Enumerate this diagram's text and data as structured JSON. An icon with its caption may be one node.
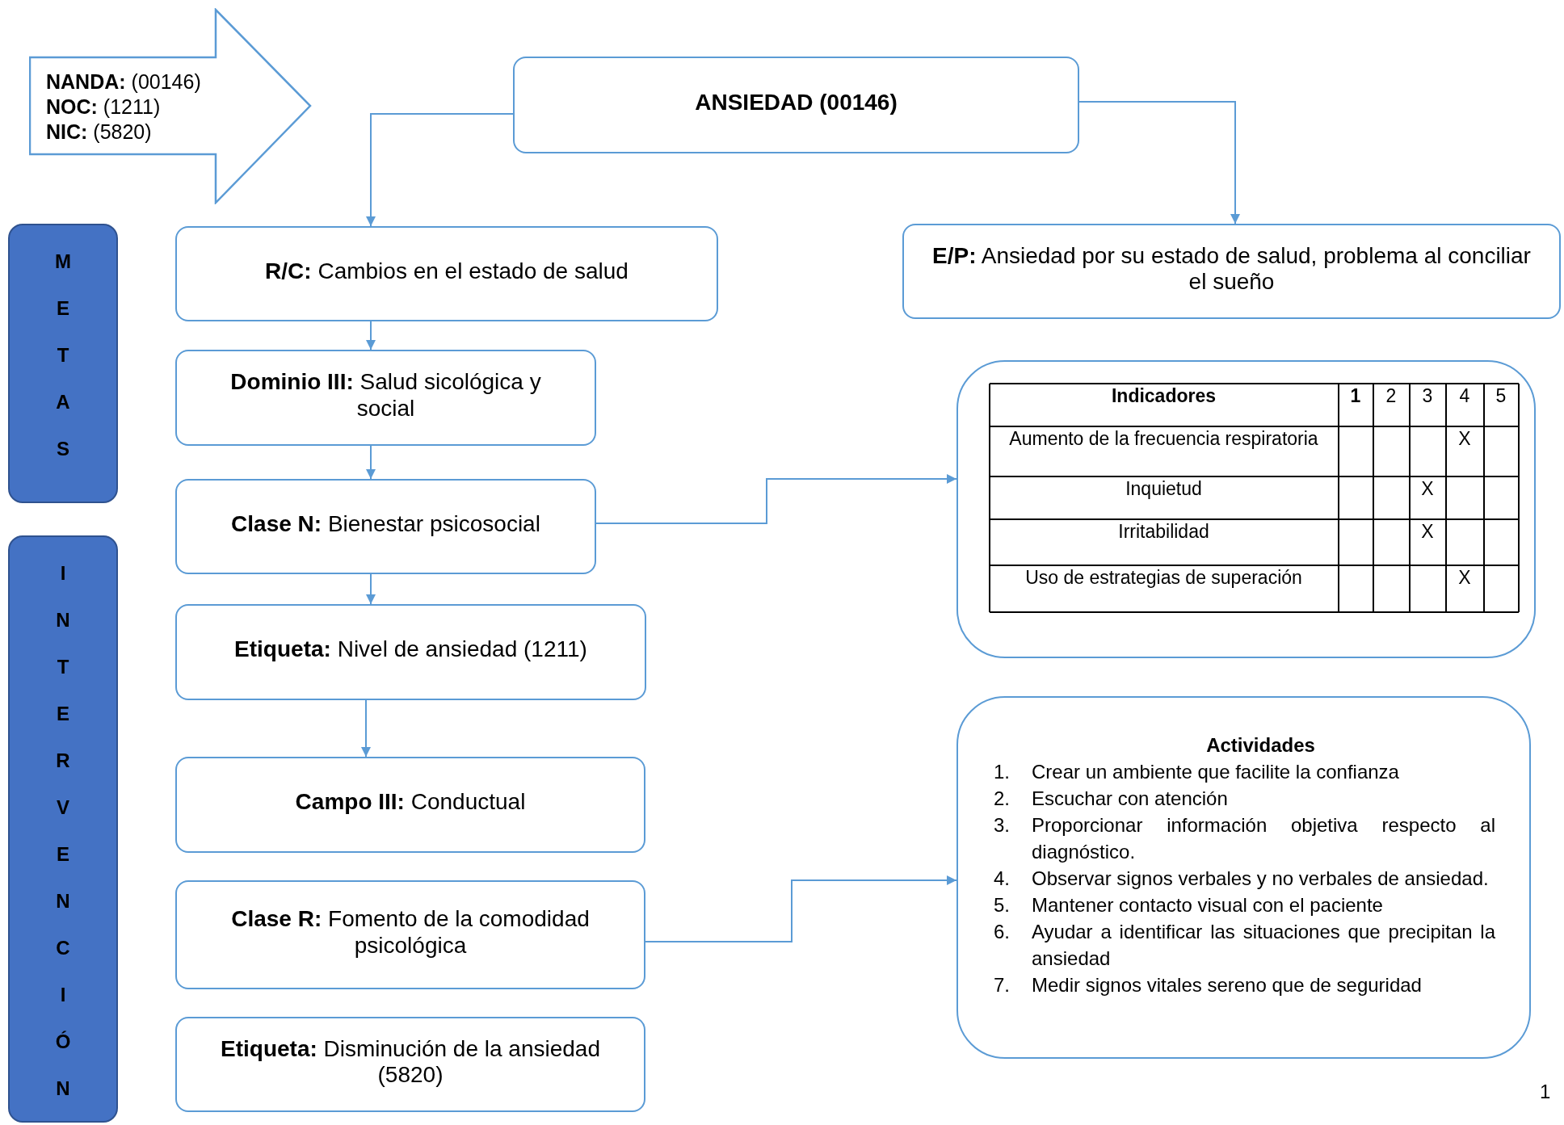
{
  "diagram": {
    "nodes": [
      {
        "text": [
          "**NANDA:** (00146)",
          "**NOC:** (1211)",
          "**NIC:** (5820)"
        ]
      },
      {
        "text": [
          "ANSIEDAD (00146)"
        ]
      },
      {
        "text": [
          "**R/C:** Cambios en el estado de salud"
        ]
      },
      {
        "text": [
          "**Dominio III:** Salud sicológica y social"
        ]
      },
      {
        "text": [
          "**Clase N:** Bienestar psicosocial"
        ]
      },
      {
        "text": [
          "**Etiqueta:** Nivel de ansiedad (1211)"
        ]
      },
      {
        "text": [
          "**Campo III:** Conductual"
        ]
      },
      {
        "text": [
          "**Clase R:** Fomento de la comodidad psicológica"
        ]
      },
      {
        "text": [
          "**Etiqueta:** Disminución de la ansiedad (5820)"
        ]
      },
      {
        "text": [
          "**E/P:** Ansiedad por su estado de salud, problema al conciliar el sueño"
        ]
      },
      {
        "text": [],
        "shape": "box"
      },
      {
        "text": [
          "Actividades",
          "1. Crear un ambiente que facilite la confianza",
          "2. Escuchar con atención",
          "3. Proporcionar información objetiva respecto al diagnóstico.",
          "4. Observar signos verbales y no verbales de ansiedad.",
          "5. Mantener contacto visual con el paciente",
          "6. Ayudar a identificar las situaciones que precipitan la ansiedad",
          "7. Medir signos vitales sereno que de seguridad"
        ]
      },
      {
        "text": [
          "METAS"
        ]
      },
      {
        "text": [
          "INTERVENCIÓN"
        ]
      }
    ],
    "edges": [
      {
        "from": 1,
        "to": 2,
        "arrow": "to"
      },
      {
        "from": 1,
        "to": 9,
        "arrow": "to"
      },
      {
        "from": 2,
        "to": 3,
        "arrow": "to"
      },
      {
        "from": 3,
        "to": 4,
        "arrow": "to"
      },
      {
        "from": 4,
        "to": 5,
        "arrow": "to"
      },
      {
        "from": 5,
        "to": 6,
        "arrow": "to"
      },
      {
        "from": 4,
        "to": 10,
        "arrow": "to"
      },
      {
        "from": 7,
        "to": 11,
        "arrow": "to"
      }
    ],
    "labels": [
      "Indicadores",
      "1",
      "2",
      "3",
      "4",
      "5",
      "Aumento de la frecuencia respiratoria",
      "X",
      "Inquietud",
      "X",
      "Irritabilidad",
      "X",
      "Uso de estrategias de superación",
      "X",
      "1"
    ]
  }
}
